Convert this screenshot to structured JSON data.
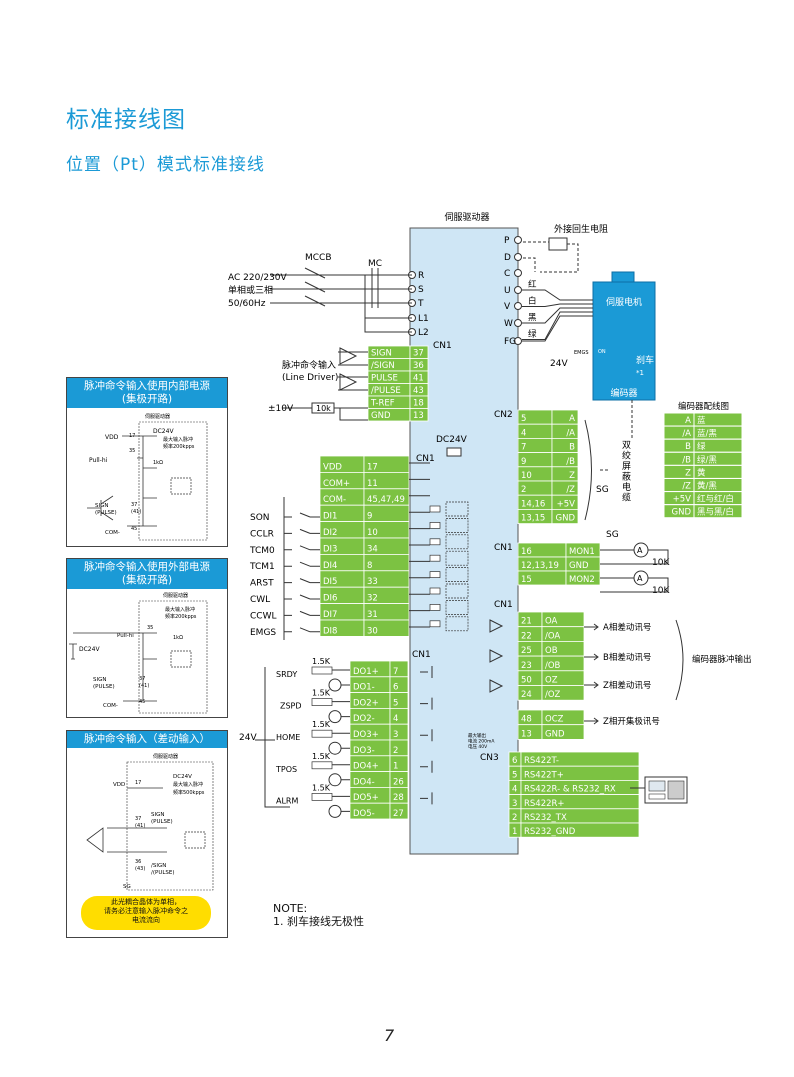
{
  "page": {
    "title": "标准接线图",
    "subtitle": "位置（Pt）模式标准接线",
    "page_number": "7"
  },
  "colors": {
    "accent": "#1b9ad6",
    "drive_body": "#cfe6f5",
    "terminal_green": "#7cc242",
    "motor_blue": "#1b9ad6",
    "callout_yellow": "#ffdd00"
  },
  "drive": {
    "label": "伺服驱动器",
    "cn1": "CN1",
    "cn2": "CN2",
    "cn3": "CN3",
    "ext_resistor": "外接回生电阻"
  },
  "power": {
    "mccb": "MCCB",
    "mc": "MC",
    "supply": [
      "AC 220/230V",
      "单相或三相",
      "50/60Hz"
    ],
    "terminals": [
      "P",
      "D",
      "C",
      "U",
      "V",
      "W",
      "R",
      "S",
      "T",
      "L1",
      "L2",
      "FG"
    ],
    "wire_colors": [
      "红",
      "白",
      "黑",
      "绿"
    ]
  },
  "motor": {
    "label": "伺服电机",
    "encoder": "编码器",
    "brake": "刹车",
    "brake_note": "*1",
    "voltage": "24V",
    "emgs": "EMGS",
    "on": "ON"
  },
  "pulse_input": {
    "label": [
      "脉冲命令输入",
      "(Line Driver)"
    ],
    "rows": [
      {
        "name": "SIGN",
        "pin": "37"
      },
      {
        "name": "/SIGN",
        "pin": "36"
      },
      {
        "name": "PULSE",
        "pin": "41"
      },
      {
        "name": "/PULSE",
        "pin": "43"
      },
      {
        "name": "T-REF",
        "pin": "18"
      },
      {
        "name": "GND",
        "pin": "13"
      }
    ],
    "tref_supply": "±10V",
    "tref_res": "10k"
  },
  "dc24v": "DC24V",
  "di": {
    "rows": [
      {
        "name": "VDD",
        "pin": "17"
      },
      {
        "name": "COM+",
        "pin": "11"
      },
      {
        "name": "COM-",
        "pin": "45,47,49"
      },
      {
        "name": "DI1",
        "pin": "9"
      },
      {
        "name": "DI2",
        "pin": "10"
      },
      {
        "name": "DI3",
        "pin": "34"
      },
      {
        "name": "DI4",
        "pin": "8"
      },
      {
        "name": "DI5",
        "pin": "33"
      },
      {
        "name": "DI6",
        "pin": "32"
      },
      {
        "name": "DI7",
        "pin": "31"
      },
      {
        "name": "DI8",
        "pin": "30"
      }
    ],
    "signals": [
      "SON",
      "CCLR",
      "TCM0",
      "TCM1",
      "ARST",
      "CWL",
      "CCWL",
      "EMGS"
    ]
  },
  "do": {
    "rows": [
      {
        "name": "DO1+",
        "pin": "7"
      },
      {
        "name": "DO1-",
        "pin": "6"
      },
      {
        "name": "DO2+",
        "pin": "5"
      },
      {
        "name": "DO2-",
        "pin": "4"
      },
      {
        "name": "DO3+",
        "pin": "3"
      },
      {
        "name": "DO3-",
        "pin": "2"
      },
      {
        "name": "DO4+",
        "pin": "1"
      },
      {
        "name": "DO4-",
        "pin": "26"
      },
      {
        "name": "DO5+",
        "pin": "28"
      },
      {
        "name": "DO5-",
        "pin": "27"
      }
    ],
    "signals": [
      "SRDY",
      "ZSPD",
      "HOME",
      "TPOS",
      "ALRM"
    ],
    "res": "1.5K",
    "supply": "24V"
  },
  "cn2": {
    "rows": [
      {
        "pin": "5",
        "name": "A"
      },
      {
        "pin": "4",
        "name": "/A"
      },
      {
        "pin": "7",
        "name": "B"
      },
      {
        "pin": "9",
        "name": "/B"
      },
      {
        "pin": "10",
        "name": "Z"
      },
      {
        "pin": "2",
        "name": "/Z"
      },
      {
        "pin": "14,16",
        "name": "+5V"
      },
      {
        "pin": "13,15",
        "name": "GND"
      }
    ],
    "shield_label": "双绞屏蔽电缆",
    "sg": "SG"
  },
  "encoder_table": {
    "title": "编码器配线图",
    "rows": [
      {
        "sig": "A",
        "color": "蓝"
      },
      {
        "sig": "/A",
        "color": "蓝/黑"
      },
      {
        "sig": "B",
        "color": "绿"
      },
      {
        "sig": "/B",
        "color": "绿/黑"
      },
      {
        "sig": "Z",
        "color": "黄"
      },
      {
        "sig": "/Z",
        "color": "黄/黑"
      },
      {
        "sig": "+5V",
        "color": "红与红/白"
      },
      {
        "sig": "GND",
        "color": "黑与黑/白"
      }
    ]
  },
  "mon": {
    "rows": [
      {
        "pin": "16",
        "name": "MON1"
      },
      {
        "pin": "12,13,19",
        "name": "GND"
      },
      {
        "pin": "15",
        "name": "MON2"
      }
    ],
    "res": "10K",
    "sg": "SG"
  },
  "encoder_out": {
    "rows": [
      {
        "pin": "21",
        "name": "OA"
      },
      {
        "pin": "22",
        "name": "/OA"
      },
      {
        "pin": "25",
        "name": "OB"
      },
      {
        "pin": "23",
        "name": "/OB"
      },
      {
        "pin": "50",
        "name": "OZ"
      },
      {
        "pin": "24",
        "name": "/OZ"
      },
      {
        "pin": "48",
        "name": "OCZ"
      },
      {
        "pin": "13",
        "name": "GND"
      }
    ],
    "labels": [
      "A相差动讯号",
      "B相差动讯号",
      "Z相差动讯号",
      "Z相开集极讯号"
    ],
    "brace": "编码器脉冲输出",
    "oc_note": [
      "最大输出",
      "电流 200mA",
      "电压 40V"
    ]
  },
  "cn3": {
    "rows": [
      {
        "pin": "6",
        "name": "RS422T-"
      },
      {
        "pin": "5",
        "name": "RS422T+"
      },
      {
        "pin": "4",
        "name": "RS422R- & RS232_RX"
      },
      {
        "pin": "3",
        "name": "RS422R+"
      },
      {
        "pin": "2",
        "name": "RS232_TX"
      },
      {
        "pin": "1",
        "name": "RS232_GND"
      }
    ]
  },
  "panels": [
    {
      "title": [
        "脉冲命令输入使用内部电源",
        "(集极开路)"
      ],
      "drive": "伺服驱动器",
      "texts": [
        "DC24V",
        "最大输入脉冲",
        "频率200kpps",
        "VDD",
        "17",
        "35",
        "Pull-hi",
        "1kΩ",
        "SIGN",
        "(PULSE)",
        "37",
        "(41)",
        "COM-",
        "45"
      ]
    },
    {
      "title": [
        "脉冲命令输入使用外部电源",
        "(集极开路)"
      ],
      "drive": "伺服驱动器",
      "texts": [
        "最大输入脉冲",
        "频率200kpps",
        "DC24V",
        "35",
        "Pull-hi",
        "1kΩ",
        "SIGN",
        "(PULSE)",
        "37",
        "(41)",
        "COM-",
        "45"
      ]
    },
    {
      "title": [
        "脉冲命令输入（差动输入）"
      ],
      "drive": "伺服驱动器",
      "texts": [
        "DC24V",
        "最大输入脉冲",
        "频率500kpps",
        "VDD",
        "17",
        "SIGN",
        "(PULSE)",
        "37",
        "(41)",
        "36",
        "(43)",
        "/SIGN",
        "/(PULSE)",
        "SG"
      ]
    }
  ],
  "callout": [
    "此光耦合晶体为单相，",
    "请务必注意输入脉冲命令之",
    "电流流向"
  ],
  "note": {
    "title": "NOTE:",
    "items": [
      "1. 刹车接线无极性"
    ]
  }
}
